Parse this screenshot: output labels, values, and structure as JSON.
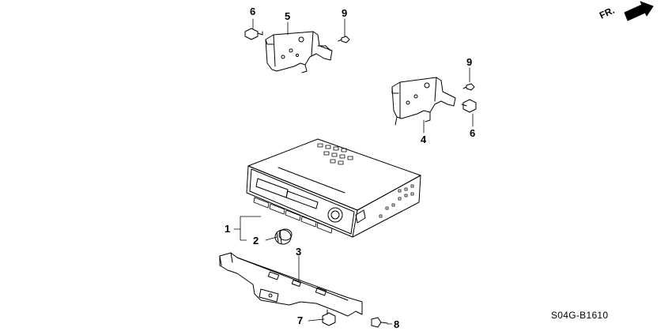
{
  "diagram": {
    "code": "S04G-B1610",
    "direction_label": "FR."
  },
  "callouts": {
    "c1": "1",
    "c2": "2",
    "c3": "3",
    "c4": "4",
    "c5": "5",
    "c6a": "6",
    "c6b": "6",
    "c7": "7",
    "c8": "8",
    "c9a": "9",
    "c9b": "9"
  },
  "colors": {
    "line": "#000000",
    "background": "#ffffff"
  }
}
